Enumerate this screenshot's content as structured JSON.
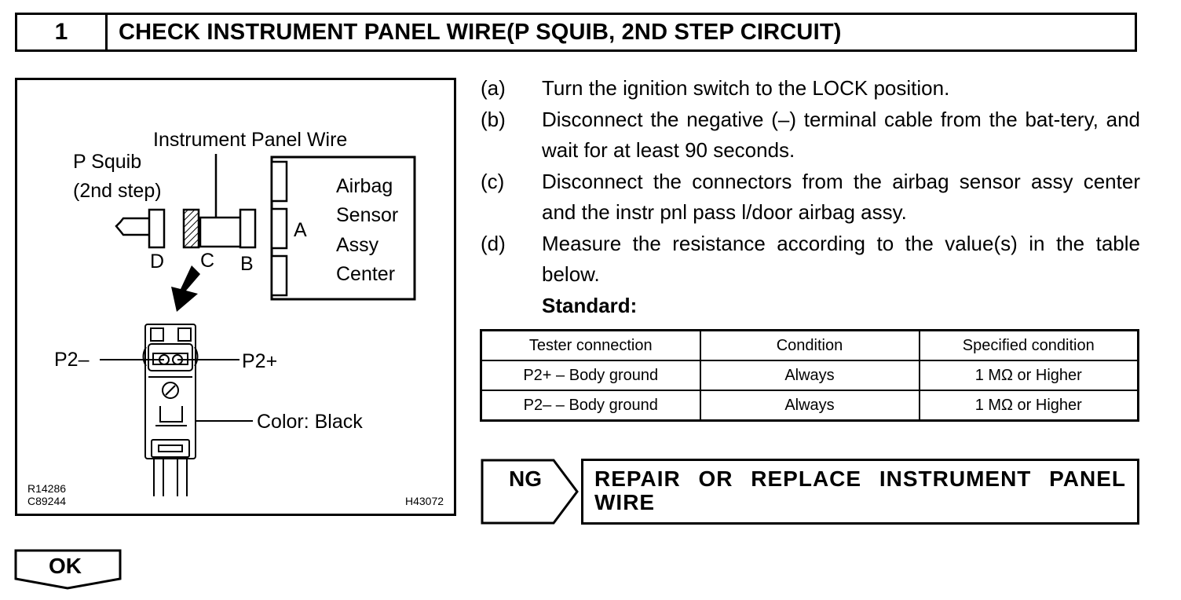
{
  "header": {
    "step_number": "1",
    "title": "CHECK INSTRUMENT PANEL WIRE(P SQUIB, 2ND STEP CIRCUIT)"
  },
  "figure": {
    "label_instrument_panel_wire": "Instrument Panel Wire",
    "label_p_squib": "P Squib",
    "label_2nd_step": "(2nd step)",
    "label_airbag_lines": [
      "Airbag",
      "Sensor",
      "Assy",
      "Center"
    ],
    "connector_a": "A",
    "connector_b": "B",
    "connector_c": "C",
    "connector_d": "D",
    "terminal_minus": "P2–",
    "terminal_plus": "P2+",
    "color_label": "Color: Black",
    "ref_codes": [
      "R14286",
      "C89244"
    ],
    "figure_id": "H43072"
  },
  "steps": [
    {
      "label": "(a)",
      "text": "Turn the ignition switch to the LOCK position."
    },
    {
      "label": "(b)",
      "text": "Disconnect the negative (–) terminal cable from the bat-tery, and wait for at least 90 seconds."
    },
    {
      "label": "(c)",
      "text": "Disconnect the connectors from the airbag sensor assy center and the instr pnl pass l/door airbag assy."
    },
    {
      "label": "(d)",
      "text": "Measure the resistance according to the value(s) in the table below."
    }
  ],
  "standard_label": "Standard:",
  "table": {
    "headers": [
      "Tester connection",
      "Condition",
      "Specified condition"
    ],
    "rows": [
      [
        "P2+ – Body ground",
        "Always",
        "1 MΩ or Higher"
      ],
      [
        "P2– – Body ground",
        "Always",
        "1 MΩ or Higher"
      ]
    ]
  },
  "ng": {
    "label": "NG",
    "action": "REPAIR OR REPLACE INSTRUMENT PANEL WIRE"
  },
  "ok": {
    "label": "OK"
  }
}
